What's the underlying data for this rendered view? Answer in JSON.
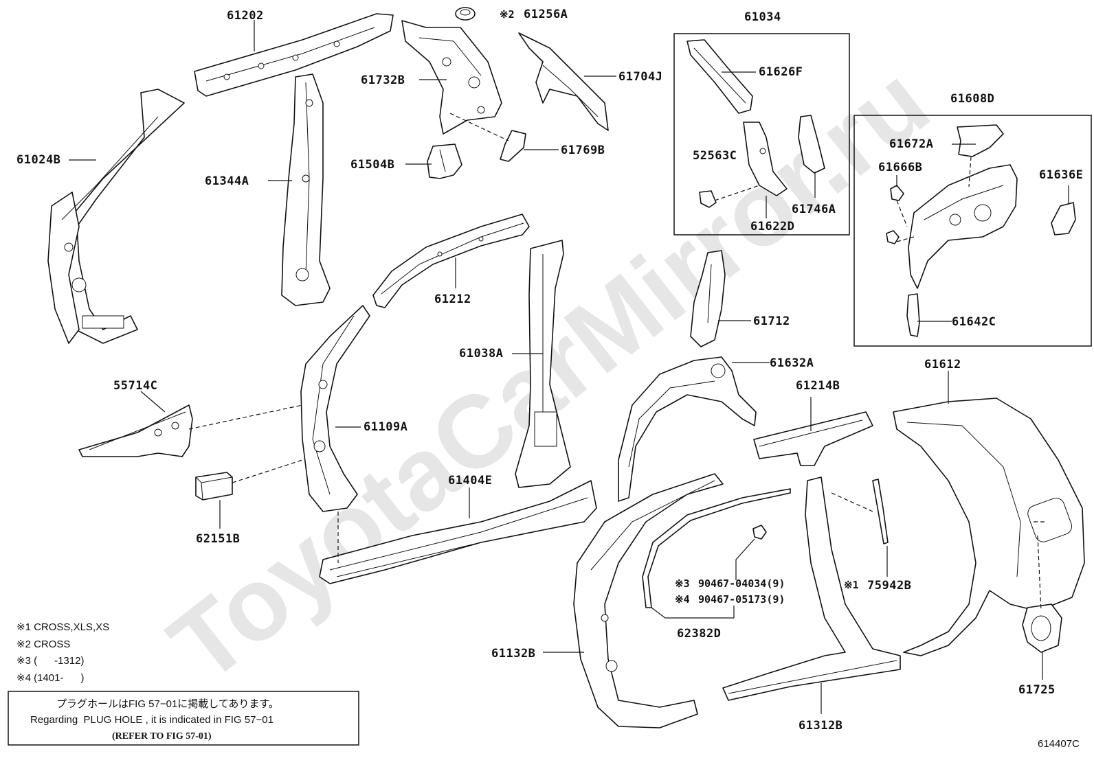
{
  "watermark": "ToyotaCarMirror.ru",
  "labels": {
    "p61202": "61202",
    "p61256A": "61256A",
    "p61256A_mark": "※2",
    "p61034": "61034",
    "p61732B": "61732B",
    "p61704J": "61704J",
    "p61626F": "61626F",
    "p61608D": "61608D",
    "p61024B": "61024B",
    "p61504B": "61504B",
    "p61769B": "61769B",
    "p52563C": "52563C",
    "p61672A": "61672A",
    "p61666B": "61666B",
    "p61636E": "61636E",
    "p61344A": "61344A",
    "p61746A": "61746A",
    "p61622D": "61622D",
    "p61212": "61212",
    "p61712": "61712",
    "p61642C": "61642C",
    "p61038A": "61038A",
    "p61632A": "61632A",
    "p61612": "61612",
    "p55714C": "55714C",
    "p61214B": "61214B",
    "p61109A": "61109A",
    "p61404E": "61404E",
    "p62151B": "62151B",
    "p90467_04034": "90467-04034(9)",
    "p90467_04034_mark": "※3",
    "p90467_05173": "90467-05173(9)",
    "p90467_05173_mark": "※4",
    "p75942B": "75942B",
    "p75942B_mark": "※1",
    "p62382D": "62382D",
    "p61132B": "61132B",
    "p61725": "61725",
    "p61312B": "61312B"
  },
  "legend": {
    "n1": "※1 CROSS,XLS,XS",
    "n2": "※2 CROSS",
    "n3": "※3 (      -1312)",
    "n4": "※4 (1401-      )"
  },
  "notice": {
    "line1": "プラグホールはFIG 57−01に掲載してあります。",
    "line2": "Regarding  PLUG HOLE , it is indicated in FIG 57−01",
    "line3": "(REFER TO FIG 57-01)"
  },
  "figure_code": "614407C"
}
